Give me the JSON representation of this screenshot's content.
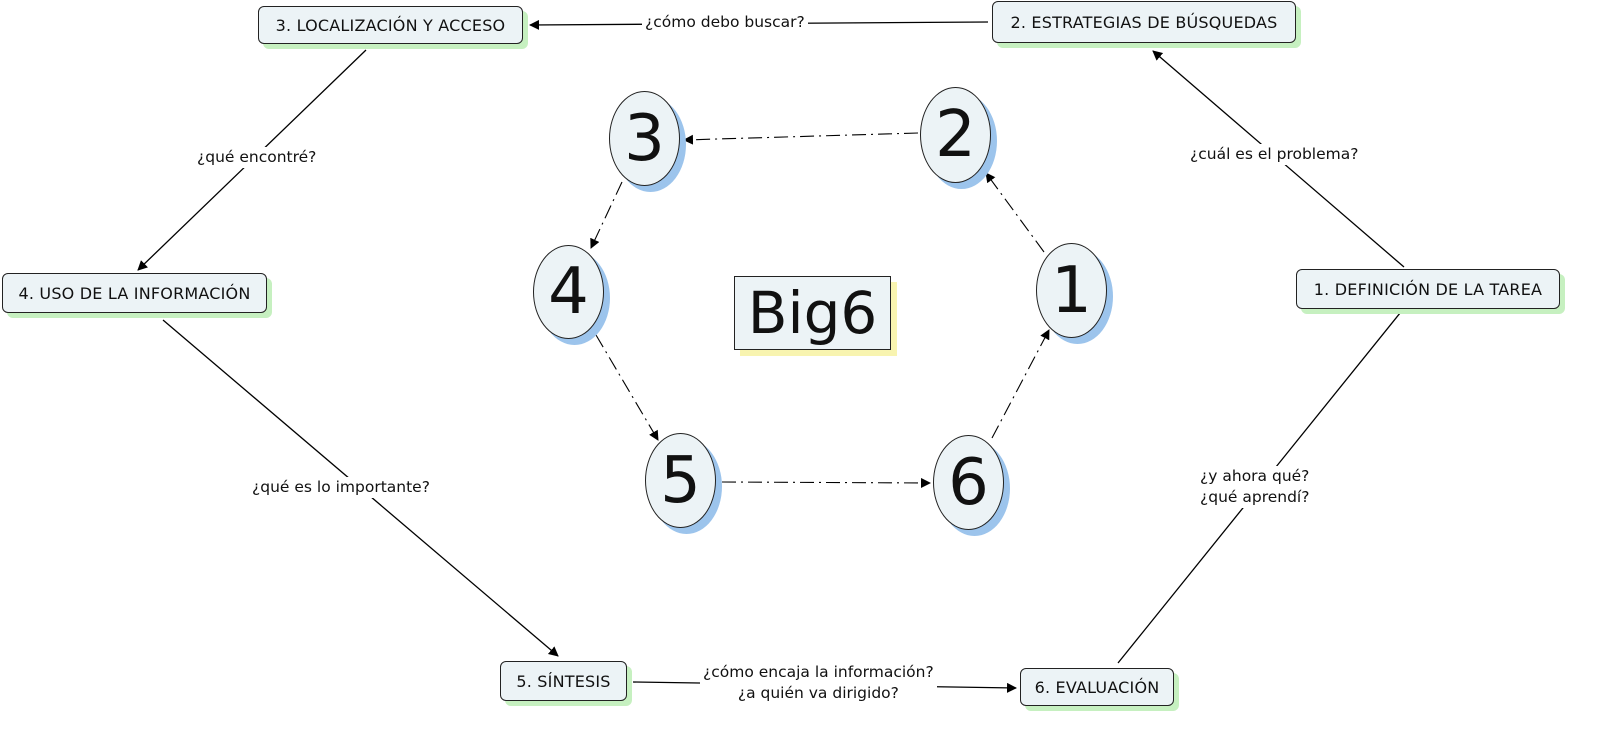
{
  "title": "Big6",
  "stages": [
    {
      "label": "1. DEFINICIÓN DE LA TAREA"
    },
    {
      "label": "2. ESTRATEGIAS DE BÚSQUEDAS"
    },
    {
      "label": "3. LOCALIZACIÓN Y ACCESO"
    },
    {
      "label": "4. USO DE LA INFORMACIÓN"
    },
    {
      "label": "5. SÍNTESIS"
    },
    {
      "label": "6. EVALUACIÓN"
    }
  ],
  "questions": {
    "q1_2": "¿cuál es el problema?",
    "q2_3": "¿cómo debo buscar?",
    "q3_4": "¿qué encontré?",
    "q4_5": "¿qué es lo importante?",
    "q5_6_line1": "¿cómo encaja la información?",
    "q5_6_line2": "¿a quién va dirigido?",
    "q6_1_line1": "¿y ahora qué?",
    "q6_1_line2": "¿qué aprendí?"
  },
  "numbers": [
    "1",
    "2",
    "3",
    "4",
    "5",
    "6"
  ],
  "colors": {
    "node_fill": "#ecf3f6",
    "node_shadow": "#c6f0c0",
    "circle_shadow": "#9cc4ec",
    "title_shadow": "#f8f4b0"
  }
}
